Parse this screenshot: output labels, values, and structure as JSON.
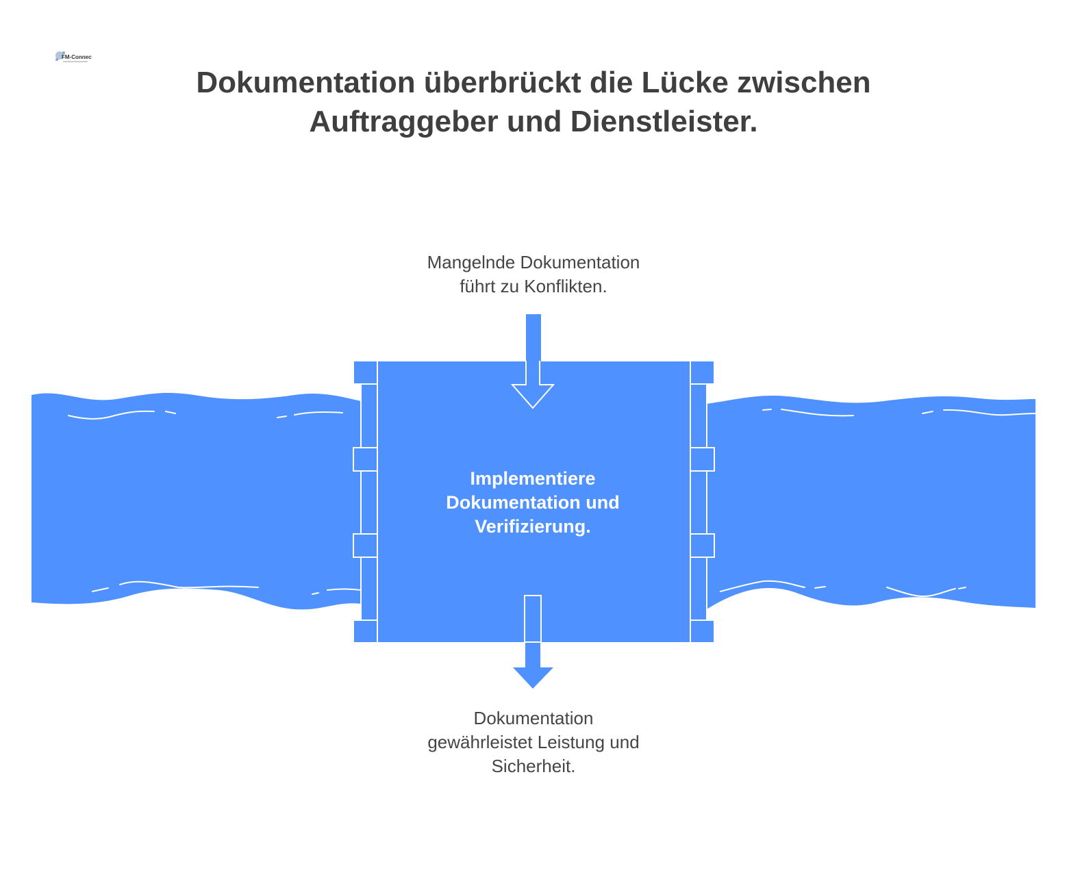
{
  "logo": {
    "text": "FM-Connect.com"
  },
  "title": {
    "line1": "Dokumentation überbrückt die Lücke zwischen",
    "line2": "Auftraggeber und Dienstleister."
  },
  "top_note": {
    "line1": "Mangelnde Dokumentation",
    "line2": "führt zu Konflikten."
  },
  "center_box": {
    "line1": "Implementiere",
    "line2": "Dokumentation und",
    "line3": "Verifizierung."
  },
  "bottom_note": {
    "line1": "Dokumentation",
    "line2": "gewährleistet Leistung und",
    "line3": "Sicherheit."
  },
  "colors": {
    "water": "#4f92ff",
    "title": "#3f3f3f",
    "text": "#454545",
    "wave_line": "#ffffff"
  },
  "icons": {
    "top_arrow": "arrow-down-outline-icon",
    "bottom_arrow": "arrow-down-solid-icon"
  }
}
